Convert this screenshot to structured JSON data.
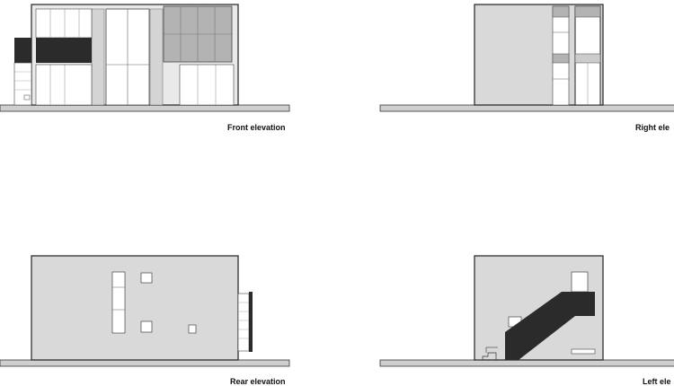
{
  "drawings": {
    "front": {
      "caption": "Front elevation"
    },
    "right": {
      "caption": "Right ele"
    },
    "rear": {
      "caption": "Rear elevation"
    },
    "left": {
      "caption": "Left ele"
    }
  },
  "colors": {
    "wall": "#d9d9d9",
    "wall_light": "#e6e6e6",
    "panel": "#b3b3b3",
    "dark": "#2b2b2b",
    "ground": "#cfcfcf",
    "line": "#333333",
    "glass": "#ffffff"
  }
}
